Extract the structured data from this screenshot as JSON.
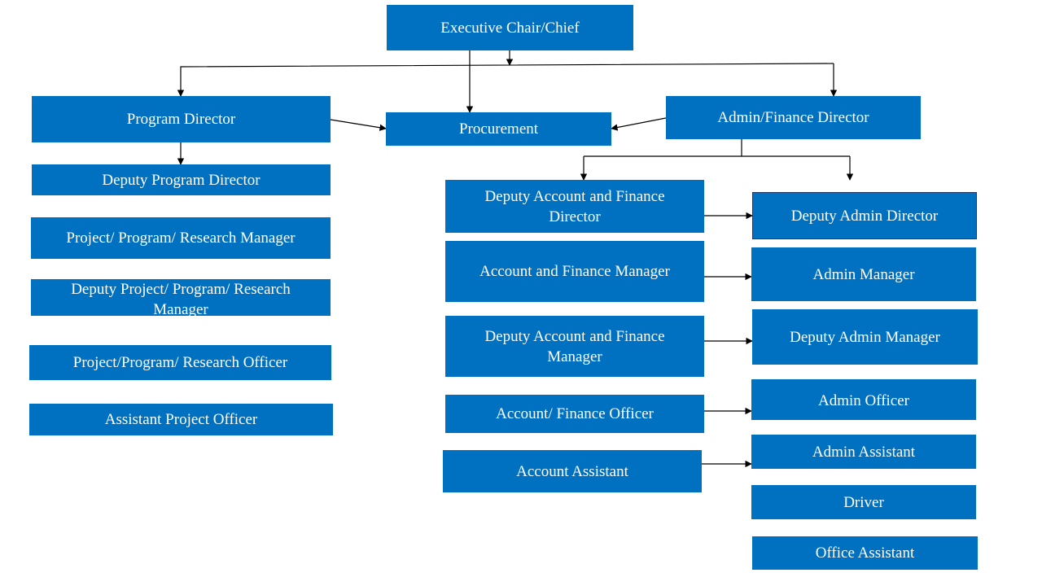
{
  "theme": {
    "box_color": "#0070c0",
    "text_color": "#ffffff",
    "line_color": "#000000"
  },
  "org": {
    "executive": "Executive Chair/Chief",
    "procurement": "Procurement",
    "program_director": "Program Director",
    "admin_finance_director": "Admin/Finance  Director",
    "program_track": [
      "Deputy Program Director",
      "Project/ Program/ Research Manager",
      "Deputy Project/ Program/ Research Manager",
      "Project/Program/ Research Officer",
      "Assistant Project Officer"
    ],
    "finance_track": [
      "Deputy Account and Finance Director",
      "Account and Finance Manager",
      "Deputy Account and Finance Manager",
      "Account/ Finance Officer",
      "Account Assistant"
    ],
    "admin_track": [
      "Deputy Admin Director",
      "Admin Manager",
      "Deputy Admin Manager",
      "Admin Officer",
      "Admin Assistant",
      "Driver",
      "Office Assistant"
    ]
  }
}
